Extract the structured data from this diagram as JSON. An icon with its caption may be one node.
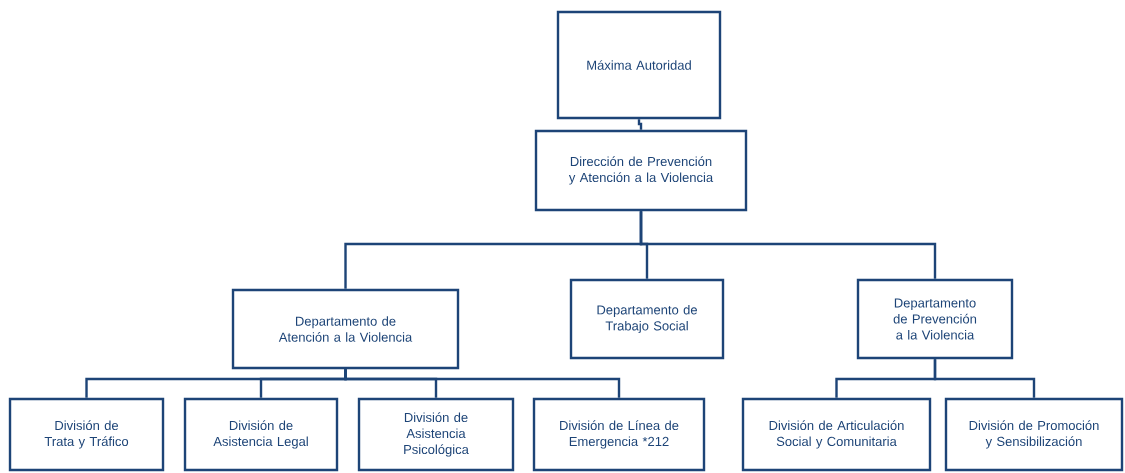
{
  "diagram": {
    "nodes": [
      {
        "text": [
          "Máxima Autoridad"
        ]
      },
      {
        "text": [
          "Dirección de Prevención y Atención a la Violencia"
        ]
      },
      {
        "text": [
          "Departamento de Atención a la Violencia"
        ]
      },
      {
        "text": [
          "Departamento de Trabajo Social"
        ]
      },
      {
        "text": [
          "Departamento de Prevención a la Violencia"
        ]
      },
      {
        "text": [
          "División de Trata y Tráfico"
        ]
      },
      {
        "text": [
          "División de Asistencia Legal"
        ]
      },
      {
        "text": [
          "División de Asistencia Psicológica"
        ]
      },
      {
        "text": [
          "División de Línea de Emergencia *212"
        ]
      },
      {
        "text": [
          "División de Articulación Social y Comunitaria"
        ]
      },
      {
        "text": [
          "División de Promoción y Sensibilización"
        ]
      }
    ],
    "edges": [
      {
        "from": 0,
        "to": 1,
        "arrow": "none"
      },
      {
        "from": 1,
        "to": 2,
        "arrow": "none"
      },
      {
        "from": 1,
        "to": 3,
        "arrow": "none"
      },
      {
        "from": 1,
        "to": 4,
        "arrow": "none"
      },
      {
        "from": 2,
        "to": 5,
        "arrow": "none"
      },
      {
        "from": 2,
        "to": 6,
        "arrow": "none"
      },
      {
        "from": 2,
        "to": 7,
        "arrow": "none"
      },
      {
        "from": 2,
        "to": 8,
        "arrow": "none"
      },
      {
        "from": 4,
        "to": 9,
        "arrow": "none"
      },
      {
        "from": 4,
        "to": 10,
        "arrow": "none"
      }
    ]
  }
}
